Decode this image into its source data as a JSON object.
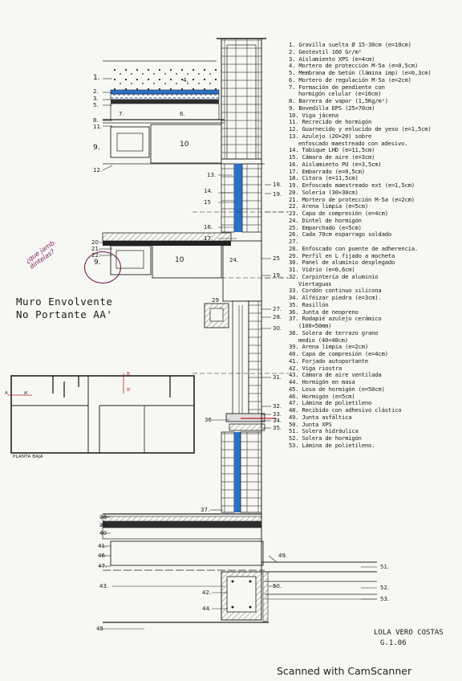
{
  "title": "Muro Envolvente",
  "subtitle": "No Portante AA'",
  "handwritten_note": [
    "¿que jamb.",
    "dintelas?"
  ],
  "floor_plan": {
    "label": "PLANTA BAJA",
    "section_marks": [
      "A",
      "A'",
      "B",
      "B'"
    ]
  },
  "author": {
    "name": "LOLA VERO COSTAS",
    "group": "G.1.06"
  },
  "watermark": "Scanned with CamScanner",
  "colors": {
    "insulation": "#2a72c8",
    "membrane_blue": "#2f6fd0",
    "ink": "#1a1a1a",
    "note_ink": "#7a1c5c"
  },
  "legend": [
    "1. Gravilla suelta Ø 15-30cm (e=10cm)",
    "2. Geotextil 160 Gr/m²",
    "3. Aislamiento XPS (e=4cm)",
    "4. Mortero de protección M-5a (e=0,5cm)",
    "5. Membrana de betún (lámina imp) (e=0,3cm)",
    "6. Mortero de regulación M-5a (e=2cm)",
    "7. Formación de pendiente con",
    "   hormigón celular (e=10cm)",
    "8. Barrera de vapor (1,5Kg/m²)",
    "9. Bovedilla EPS (25×70cm)",
    "10. Viga jácena",
    "11. Recrecido de hormigón",
    "12. Guarnecido y enlucido de yeso (e=1,5cm)",
    "13. Azulejo (20×20) sobre",
    "    enfoscado maestreado con adesivo.",
    "14. Tabique LHD (e=11,5cm)",
    "15. Cámara de aire (e=3cm)",
    "16. Aislamiento PU (e=3,5cm)",
    "17. Embarrado (e=0,5cm)",
    "18. Citara (e=11,5cm)",
    "19. Enfoscado maestreado ext (e=1,5cm)",
    "20. Solería (30×30cm)",
    "21. Mortero de protección M-5a (e=2cm)",
    "22. Arena limpia (e=5cm)",
    "23. Capa de compresión (e=4cm)",
    "24. Dintel de hormigón",
    "25. Emparchado (e=5cm)",
    "26. Cada 70cm esparrago soldado",
    "27.",
    "28. Enfoscado con puente de adherencia.",
    "29. Perfil en L fijado a mocheta",
    "30. Panel de aluminio desplegado",
    "31. Vidrio (e=0,6cm)",
    "32. Carpintería de aluminio",
    "    Viertaguas",
    "33. Cordón continuo silicona",
    "34. Alféizar piedra (e=3cm).",
    "35. Rasillón",
    "36. Junta de neopreno",
    "37. Rodapié azulejo cerámico",
    "    (100×50mm)",
    "38. Solera de terrazo grano",
    "    medio (40×40cm)",
    "39. Arena limpia (e=2cm)",
    "40. Capa de compresión (e=4cm)",
    "41. Forjado autoportante",
    "42. Viga riostra",
    "43. Cámara de aire ventilada",
    "44. Hormigón en masa",
    "45. Losa de hormigón (e=50cm)",
    "46. Hormigón (e=5cm)",
    "47. Lámina de polietileno",
    "48. Recibido con adhesivo clástico",
    "49. Junta asfáltica",
    "50. Junta XPS",
    "51. Solera hidráulica",
    "52. Solera de hormigón",
    "53. Lámina de polietileno."
  ],
  "callouts": {
    "c1": "1.",
    "c2": "2.",
    "c3": "3.",
    "c4": "4.",
    "c5": "5.",
    "c6": "6.",
    "c7": "7.",
    "c8": "8.",
    "c9": "9.",
    "c10": "10",
    "c11": "11.",
    "c12": "12.",
    "c13": "13.",
    "c14": "14.",
    "c15": "15",
    "c16": "16.",
    "c17": "17.",
    "c18": "18.",
    "c19": "19.",
    "c20": "20",
    "c21": "21.",
    "c22": "22.",
    "c9b": "9.",
    "c10b": "10",
    "c24": "24.",
    "c25": "25",
    "c19b": "19.",
    "c29": "29",
    "c27": "27.",
    "c28": "28.",
    "c30": "30.",
    "c31": "31.",
    "c32": "32.",
    "c33": "33.",
    "c34": "34.",
    "c35": "35.",
    "c36": "36",
    "c37": "37.",
    "c38": "38",
    "c39": "39",
    "c40": "40",
    "c41": "41.",
    "c46": "46",
    "c47": "47.",
    "c43": "43.",
    "c42": "42.",
    "c44": "44.",
    "c45": "45",
    "c49": "49.",
    "c50": "50.",
    "c51": "51.",
    "c52": "52.",
    "c53": "53."
  }
}
